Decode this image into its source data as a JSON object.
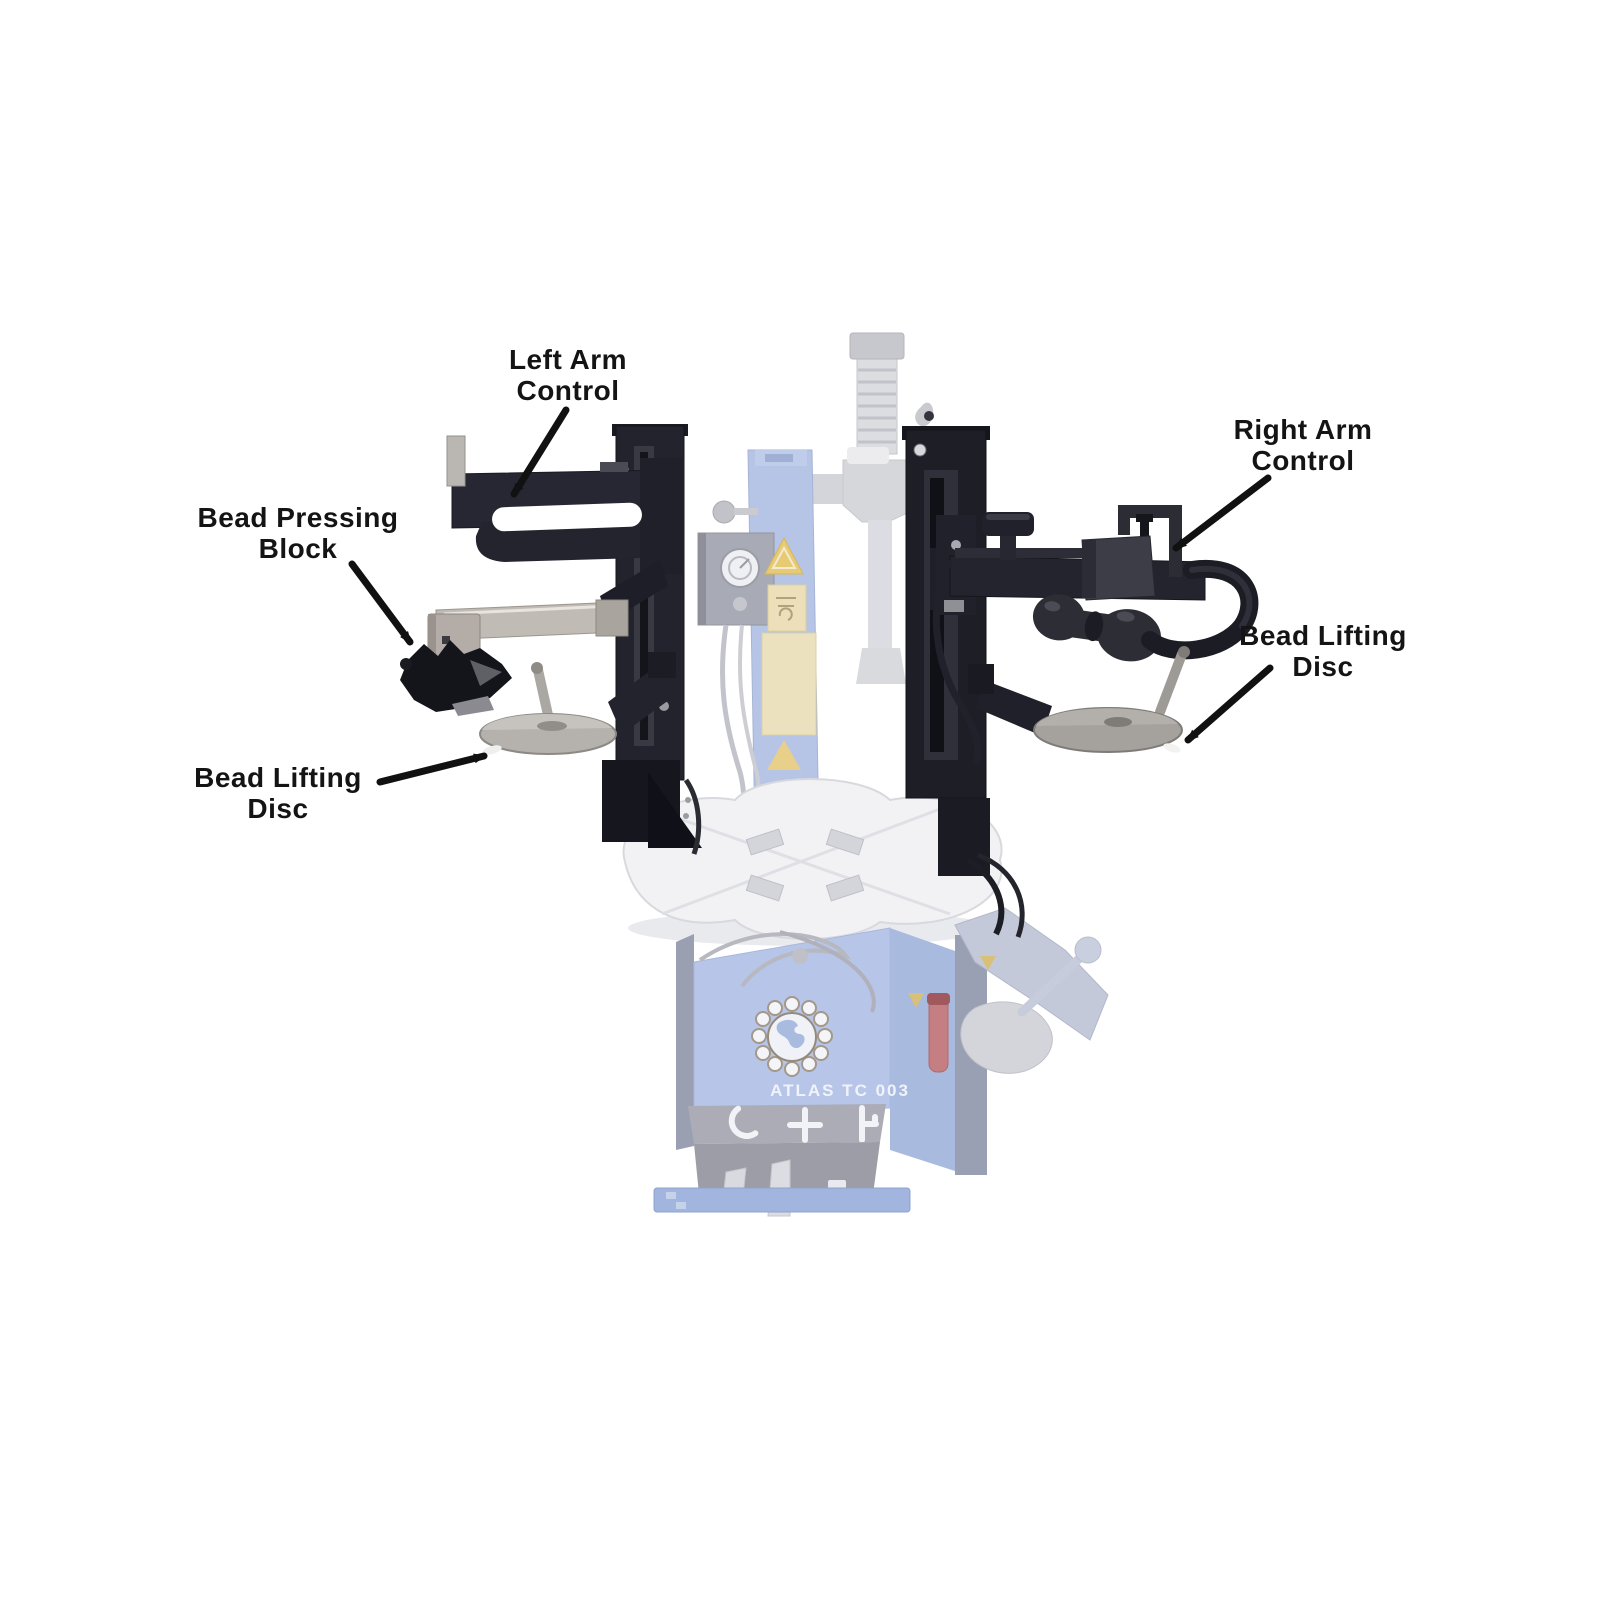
{
  "page": {
    "background_color": "#ffffff"
  },
  "labels": {
    "left_arm_control": "Left Arm\nControl",
    "right_arm_control": "Right Arm\nControl",
    "bead_pressing_block": "Bead Pressing\nBlock",
    "bead_lifting_disc_left": "Bead Lifting\nDisc",
    "bead_lifting_disc_right": "Bead Lifting\nDisc"
  },
  "machine": {
    "model_text": "ATLAS TC 003",
    "brand_logo": "globe-logo",
    "pedal_symbols": [
      "crescent",
      "plus",
      "bar"
    ]
  },
  "colors": {
    "label_text": "#141414",
    "arrow": "#111111",
    "assist_arm_dark": "#1e1f27",
    "metal_silver": "#b7b2ac",
    "machine_faded_blue": "#b6c4e5",
    "machine_faded_gray": "#d6d7db",
    "sticker_yellow": "#e7cb74",
    "sticker_tan": "#ece1be",
    "handle_red": "#c57f82"
  }
}
